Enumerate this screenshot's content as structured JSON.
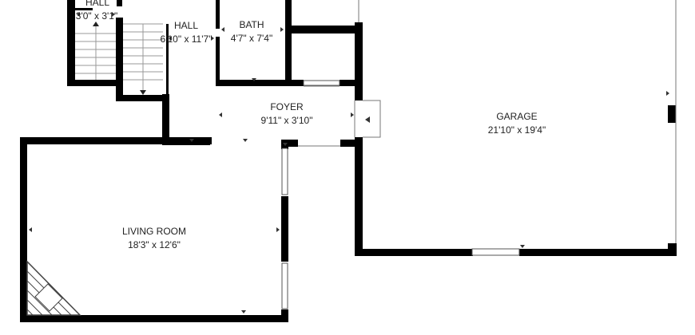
{
  "floorplan": {
    "rooms": [
      {
        "id": "hall-small",
        "name": "HALL",
        "dimensions": "3'0\" x 3'1\""
      },
      {
        "id": "hall",
        "name": "HALL",
        "dimensions": "6'10\" x 11'7\""
      },
      {
        "id": "bath",
        "name": "BATH",
        "dimensions": "4'7\" x 7'4\""
      },
      {
        "id": "foyer",
        "name": "FOYER",
        "dimensions": "9'11\" x 3'10\""
      },
      {
        "id": "garage",
        "name": "GARAGE",
        "dimensions": "21'10\" x 19'4\""
      },
      {
        "id": "living",
        "name": "LIVING ROOM",
        "dimensions": "18'3\" x 12'6\""
      }
    ],
    "colors": {
      "wall": "#000000",
      "thin_line": "#666666",
      "window": "#ffffff",
      "text": "#222222",
      "background": "#ffffff"
    }
  }
}
